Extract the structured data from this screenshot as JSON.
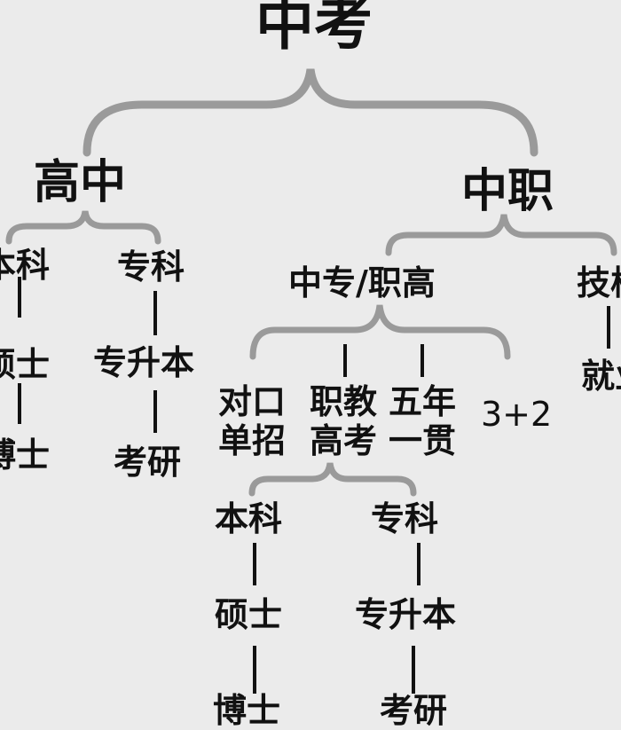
{
  "title": "中考",
  "colors": {
    "brace": "#9a9a9a",
    "line": "#111111",
    "text": "#111111",
    "background": "#ebebeb"
  },
  "left": {
    "root": "高中",
    "branch_a": {
      "label": "本科",
      "children": [
        "硕士",
        "博士"
      ]
    },
    "branch_b": {
      "label": "专科",
      "children": [
        "专升本",
        "考研"
      ]
    }
  },
  "right": {
    "root": "中职",
    "middle": {
      "label": "中专/职高",
      "options": [
        {
          "line1": "对口",
          "line2": "单招"
        },
        {
          "line1": "职教",
          "line2": "高考"
        },
        {
          "line1": "五年",
          "line2": "一贯"
        },
        {
          "line1": "3+2",
          "line2": ""
        }
      ],
      "sub": {
        "branch_a": {
          "label": "本科",
          "children": [
            "硕士",
            "博士"
          ]
        },
        "branch_b": {
          "label": "专科",
          "children": [
            "专升本",
            "考研"
          ]
        }
      }
    },
    "technical": {
      "label": "技校",
      "children": [
        "就业"
      ]
    }
  }
}
